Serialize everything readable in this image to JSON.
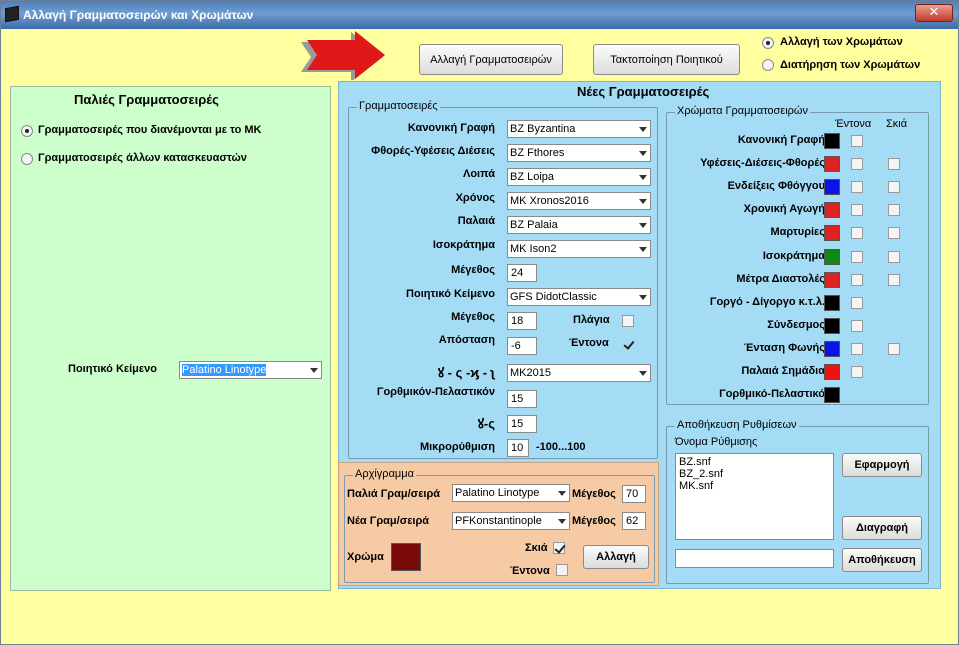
{
  "window": {
    "title": "Αλλαγή Γραμματοσειρών και Χρωμάτων",
    "close_label": "✕"
  },
  "toolbar": {
    "change_fonts_button": "Αλλαγή Γραμματοσειρών",
    "arrange_text_button": "Τακτοποίηση Ποιητικού",
    "radio_change_colors": "Αλλαγή των Χρωμάτων",
    "radio_keep_colors": "Διατήρηση των Χρωμάτων",
    "radio_selected": "change_colors"
  },
  "old_fonts": {
    "title": "Παλιές Γραμματοσειρές",
    "option_mk": "Γραμματοσειρές που διανέμονται με το ΜΚ",
    "option_other": "Γραμματοσειρές άλλων κατασκευαστών",
    "selected": "mk",
    "poetic_text_label": "Ποιητικό Κείμενο",
    "poetic_text_value": "Palatino Linotype"
  },
  "new_fonts": {
    "title": "Νέες Γραμματοσειρές",
    "group_label": "Γραμματοσειρές",
    "rows": [
      {
        "label": "Κανονική Γραφή",
        "value": "BZ Byzantina"
      },
      {
        "label": "Φθορές-Υφέσεις Διέσεις",
        "value": "BZ Fthores"
      },
      {
        "label": "Λοιπά",
        "value": "BZ Loipa"
      },
      {
        "label": "Χρόνος",
        "value": "MK Xronos2016"
      },
      {
        "label": "Παλαιά",
        "value": "BZ Palaia"
      },
      {
        "label": "Ισοκράτημα",
        "value": "MK Ison2"
      }
    ],
    "size_label": "Μέγεθος",
    "size_value": "24",
    "poetic_label": "Ποιητικό Κείμενο",
    "poetic_value": "GFS DidotClassic",
    "poetic_size_label": "Μέγεθος",
    "poetic_size_value": "18",
    "italic_label": "Πλάγια",
    "italic_checked": false,
    "distance_label": "Απόσταση",
    "distance_value": "-6",
    "bold_label": "Έντονα",
    "bold_checked": true,
    "symbols_label": "ꙋ - ς -ϗ - ʅ",
    "symbols_value": "MK2015",
    "gorthmikon_label": "Γορθμικόν-Πελαστικόν",
    "gorthmikon_value": "15",
    "small_symbols_label": "ꙋ-ς",
    "small_symbols_value": "15",
    "fine_tune_label": "Μικρορύθμιση",
    "fine_tune_value": "10",
    "fine_tune_range": "-100...100"
  },
  "font_colors": {
    "group_label": "Χρώματα Γραμματοσειρών",
    "col_bold": "Έντονα",
    "col_shadow": "Σκιά",
    "rows": [
      {
        "label": "Κανονική Γραφή",
        "color": "#000000",
        "bold": false,
        "shadow": null
      },
      {
        "label": "Υφέσεις-Διέσεις-Φθορές",
        "color": "#dd2222",
        "bold": false,
        "shadow": false
      },
      {
        "label": "Ενδείξεις Φθόγγου",
        "color": "#0a14e6",
        "bold": false,
        "shadow": false
      },
      {
        "label": "Χρονική Αγωγή",
        "color": "#dd2222",
        "bold": false,
        "shadow": false
      },
      {
        "label": "Μαρτυρίες",
        "color": "#dd2222",
        "bold": false,
        "shadow": false
      },
      {
        "label": "Ισοκράτημα",
        "color": "#118a11",
        "bold": false,
        "shadow": false
      },
      {
        "label": "Μέτρα Διαστολές",
        "color": "#dd2222",
        "bold": false,
        "shadow": false
      },
      {
        "label": "Γοργό - Δίγοργο κ.τ.λ.",
        "color": "#000000",
        "bold": false,
        "shadow": null
      },
      {
        "label": "Σύνδεσμος",
        "color": "#000000",
        "bold": false,
        "shadow": null
      },
      {
        "label": "Ένταση Φωνής",
        "color": "#0a14e6",
        "bold": false,
        "shadow": false
      },
      {
        "label": "Παλαιά Σημάδια",
        "color": "#ee1111",
        "bold": false,
        "shadow": null
      },
      {
        "label": "Γορθμικό-Πελαστικό",
        "color": "#000000",
        "bold": null,
        "shadow": null
      }
    ]
  },
  "settings": {
    "group_label": "Αποθήκευση Ρυθμίσεων",
    "name_label": "Όνομα Ρύθμισης",
    "files": [
      "BZ.snf",
      "BZ_2.snf",
      "MK.snf"
    ],
    "name_input": "",
    "apply_button": "Εφαρμογή",
    "delete_button": "Διαγραφή",
    "save_button": "Αποθήκευση"
  },
  "archigramma": {
    "group_label": "Αρχίγραμμα",
    "old_font_label": "Παλιά Γραμ/σειρά",
    "old_font_value": "Palatino Linotype",
    "old_size_label": "Μέγεθος",
    "old_size_value": "70",
    "new_font_label": "Νέα Γραμ/σειρά",
    "new_font_value": "PFKonstantinople",
    "new_size_label": "Μέγεθος",
    "new_size_value": "62",
    "color_label": "Χρώμα",
    "color": "#7a0a0a",
    "shadow_label": "Σκιά",
    "shadow_checked": true,
    "bold_label": "Έντονα",
    "bold_checked": false,
    "change_button": "Αλλαγή"
  },
  "colors": {
    "window_bg": "#ffffa0",
    "green_panel": "#ccffcc",
    "blue_panel": "#a5dcf5",
    "orange_panel": "#f7caa6",
    "arrow_red": "#e01818"
  }
}
